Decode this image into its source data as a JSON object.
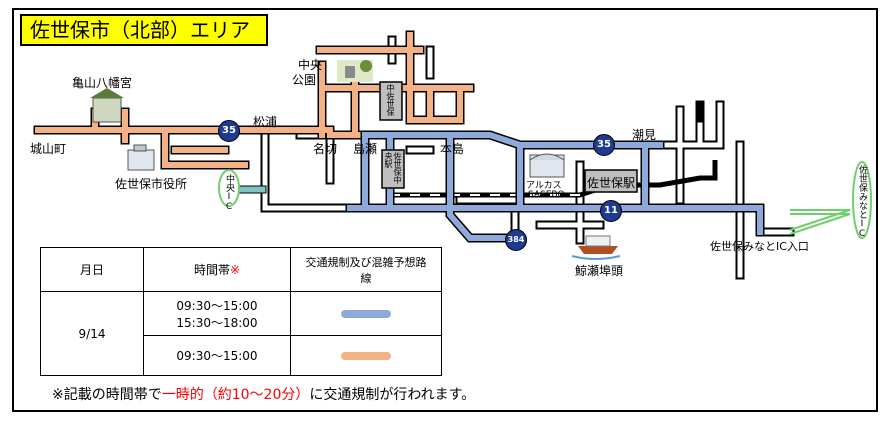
{
  "title": "佐世保市（北部）エリア",
  "places": {
    "kameyama": "亀山八幡宮",
    "shiroyama": "城山町",
    "cityhall": "佐世保市役所",
    "matsuura": "松浦",
    "chuo_park": "中央公園",
    "chuo_park_l1": "中央",
    "chuo_park_l2": "公園",
    "naka_sasebo": "中佐世保",
    "sasebo_chuo": "佐世保中央駅",
    "nakiri": "名切",
    "shimase": "島瀬",
    "motoshima": "本島",
    "chuo_ic": "中央IC",
    "arkas": "アルカスSASEBO",
    "arkas_l1": "アルカス",
    "arkas_l2": "SASEBO",
    "sasebo_station": "佐世保駅",
    "shiomi": "潮見",
    "kujira": "鯨瀬埠頭",
    "minato_ic": "佐世保みなとIC",
    "minato_entrance": "佐世保みなとIC入口"
  },
  "routes": {
    "r35": "35",
    "r11": "11",
    "r384": "384"
  },
  "legend": {
    "headers": {
      "date": "月日",
      "time": "時間帯",
      "time_mark": "※",
      "route": "交通規制及び混雑予想路線"
    },
    "date": "9/14",
    "rows": [
      {
        "times": [
          "09:30～15:00",
          "15:30～18:00"
        ],
        "color": "#8eaadb"
      },
      {
        "times": [
          "09:30～15:00"
        ],
        "color": "#f4b183"
      }
    ]
  },
  "note": {
    "prefix": "※記載の時間帯で",
    "highlight": "一時的（約10～20分）",
    "suffix": "に交通規制が行われます。"
  },
  "colors": {
    "blue_route": "#8eaadb",
    "orange_route": "#f4b183",
    "road": "#ffffff",
    "title_bg": "#ffff00"
  }
}
